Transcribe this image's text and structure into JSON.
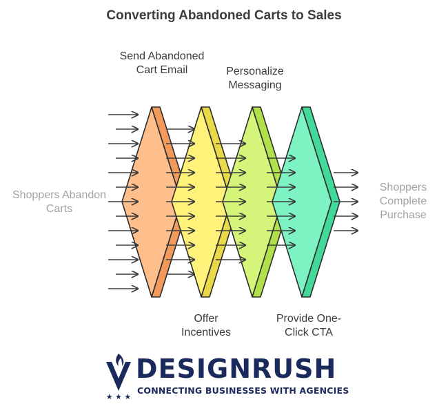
{
  "title": "Converting Abandoned Carts to Sales",
  "start_label": "Shoppers Abandon Carts",
  "end_label": "Shoppers Complete Purchase",
  "stages": [
    {
      "label": "Send Abandoned Cart Email",
      "color_light": "#ffbf8c",
      "color_dark": "#f29a5c",
      "stroke": "#2b2b2b"
    },
    {
      "label": "Offer Incentives",
      "color_light": "#fff27a",
      "color_dark": "#e9d948",
      "stroke": "#2b2b2b"
    },
    {
      "label": "Personalize Messaging",
      "color_light": "#d4f57a",
      "color_dark": "#b2e04a",
      "stroke": "#2b2b2b"
    },
    {
      "label": "Provide One-Click CTA",
      "color_light": "#7df2c2",
      "color_dark": "#43d99a",
      "stroke": "#2b2b2b"
    }
  ],
  "brand": {
    "name": "DESIGNRUSH",
    "tagline": "CONNECTING BUSINESSES WITH AGENCIES",
    "color": "#1b2a5c"
  }
}
